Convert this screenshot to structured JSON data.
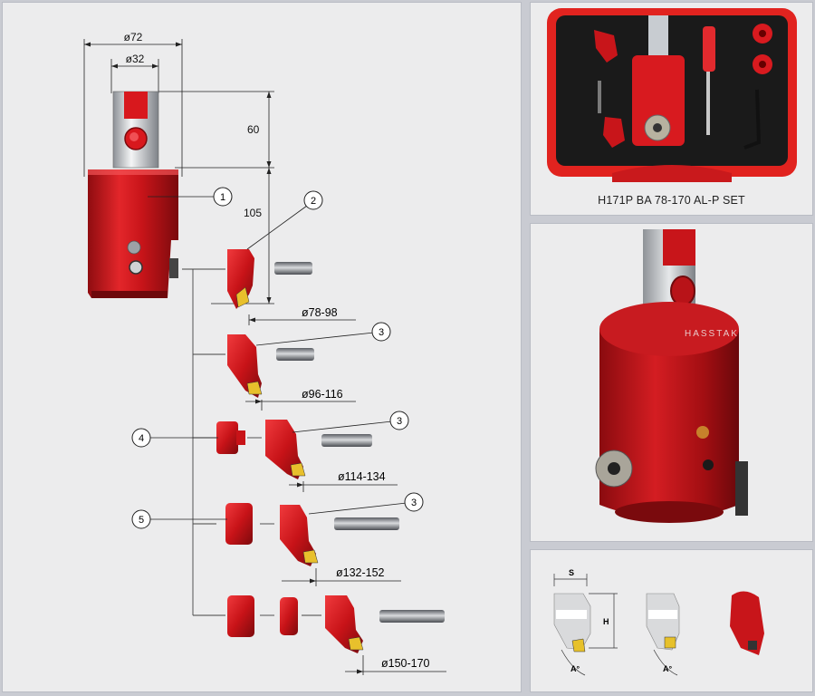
{
  "dimensions": {
    "body_diameter": "ø72",
    "shank_diameter": "ø32",
    "shank_length": "60",
    "body_length": "105"
  },
  "ranges": [
    "ø78-98",
    "ø96-116",
    "ø114-134",
    "ø132-152",
    "ø150-170"
  ],
  "callouts": [
    "1",
    "2",
    "3",
    "3",
    "3",
    "4",
    "5"
  ],
  "set_caption": "H171P  BA 78-170 AL-P SET",
  "brand": "HASSTAK",
  "insert_labels": {
    "s": "S",
    "h": "H",
    "angle_1": "A°",
    "angle_2": "A°"
  },
  "colors": {
    "red": "#d4161c",
    "dark_red": "#8e0c10",
    "steel": "#b8bcc2",
    "gold": "#e7c12b",
    "case_red": "#e1231f",
    "foam": "#1a1a1a"
  }
}
